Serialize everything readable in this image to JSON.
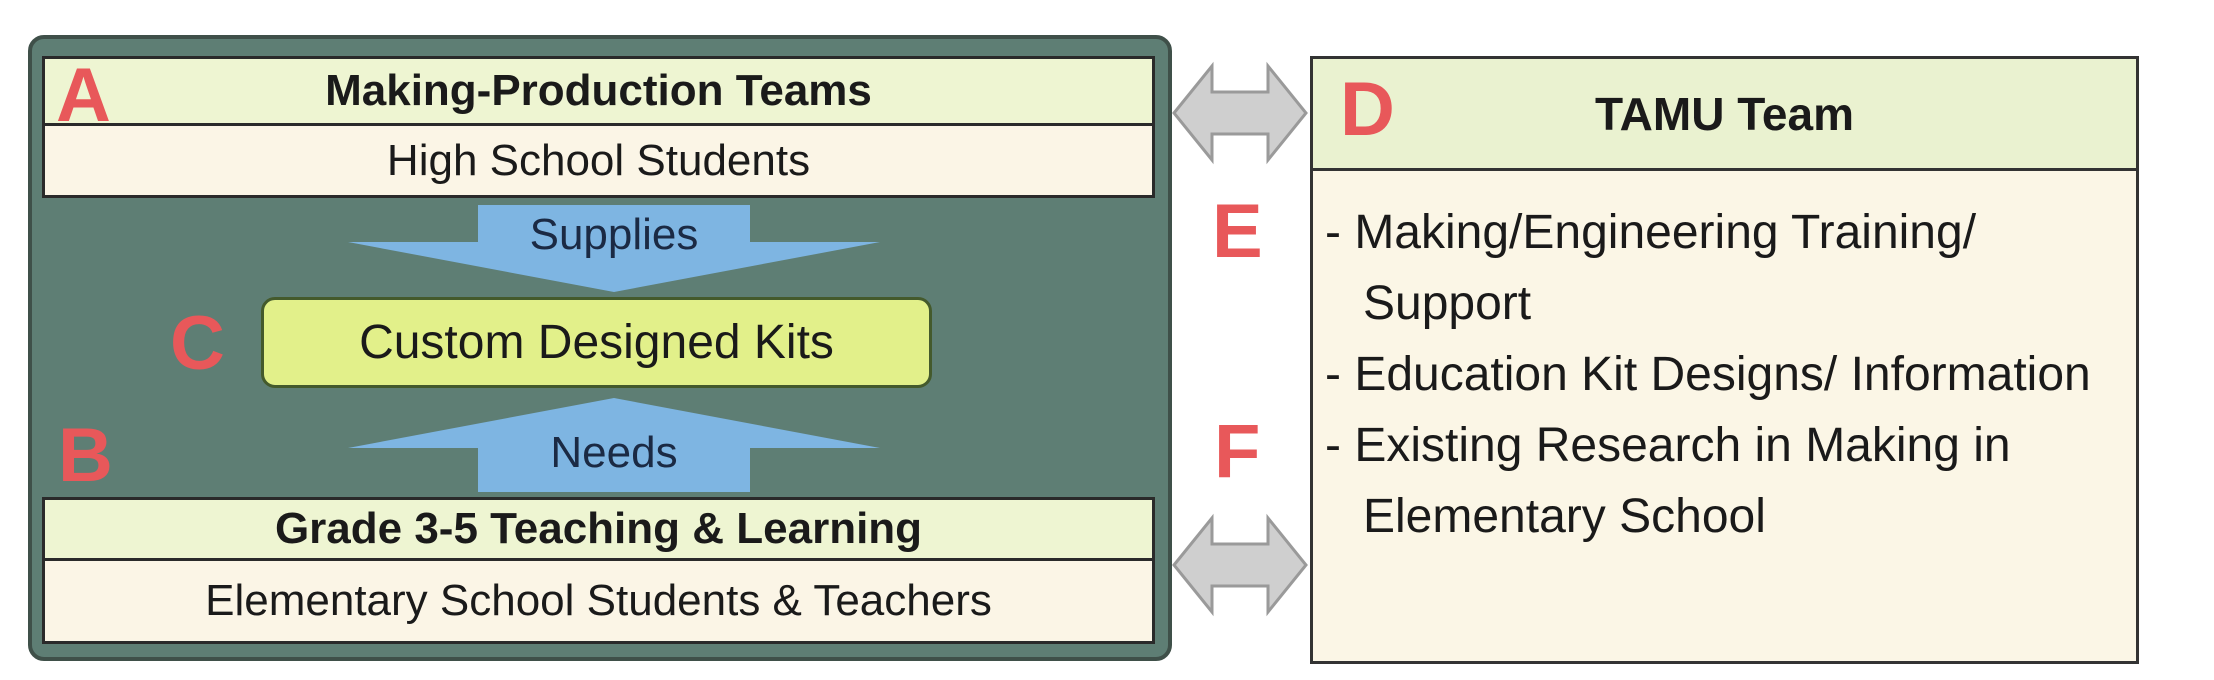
{
  "left_panel": {
    "top_header": "Making-Production Teams",
    "top_sub": "High School Students",
    "down_arrow_label": "Supplies",
    "center_box": "Custom Designed Kits",
    "up_arrow_label": "Needs",
    "bottom_header": "Grade 3-5 Teaching & Learning",
    "bottom_sub": "Elementary School Students & Teachers"
  },
  "right_panel": {
    "header": "TAMU Team",
    "items": [
      "- Making/Engineering Training/ Support",
      "- Education Kit Designs/ Information",
      "- Existing Research in Making in Elementary School"
    ]
  },
  "markers": {
    "a": "A",
    "b": "B",
    "c": "C",
    "d": "D",
    "e": "E",
    "f": "F"
  },
  "colors": {
    "marker": "#e8585a",
    "panel": "#5e7e74",
    "kits": "#e2f08a",
    "arrow": "#7fb8e8"
  }
}
